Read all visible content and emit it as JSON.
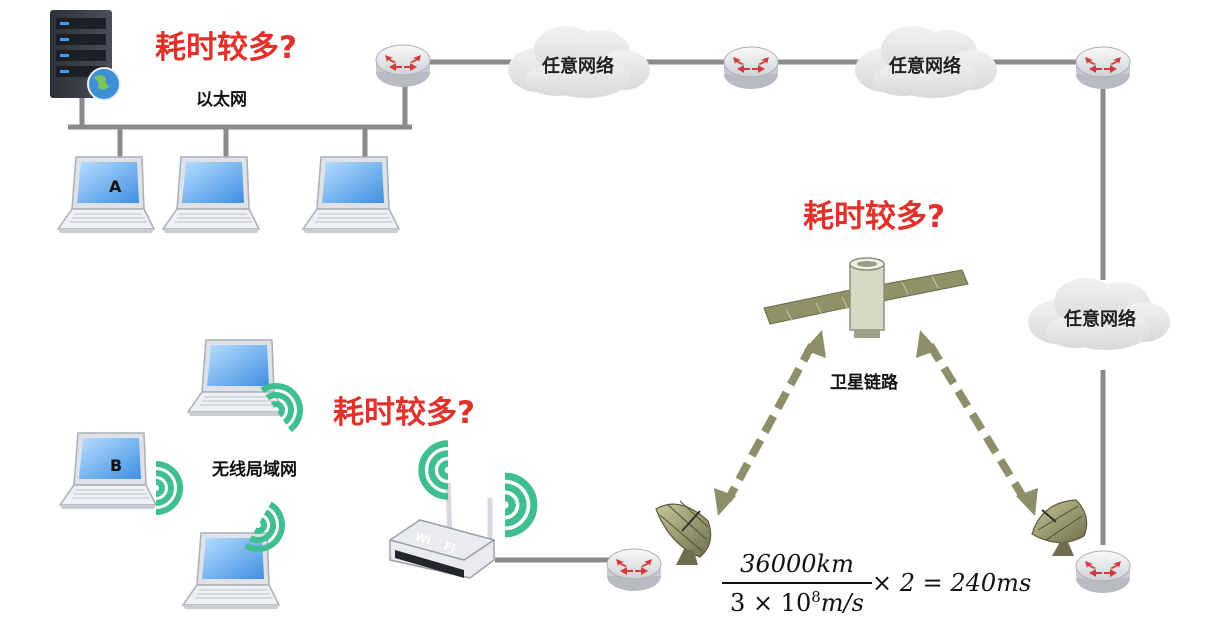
{
  "questions": {
    "ethernet": "耗时较多?",
    "satellite": "耗时较多?",
    "wireless": "耗时较多?"
  },
  "labels": {
    "ethernet": "以太网",
    "satellite_link": "卫星链路",
    "wlan": "无线局域网"
  },
  "clouds": [
    "任意网络",
    "任意网络",
    "任意网络"
  ],
  "hosts": {
    "a": "A",
    "b": "B"
  },
  "router_badge": {
    "left": "Wi",
    "right": "Fi"
  },
  "formula": {
    "numerator": "36000km",
    "denominator_prefix": "3 × 10",
    "denominator_exponent": "8",
    "denominator_unit": "m/s",
    "rhs": "× 2 = 240ms"
  },
  "colors": {
    "question": "#e0312a",
    "wifi_wave": "#3fbf8f",
    "link": "#8a8a8a",
    "arrow": "#8c8f6a"
  }
}
